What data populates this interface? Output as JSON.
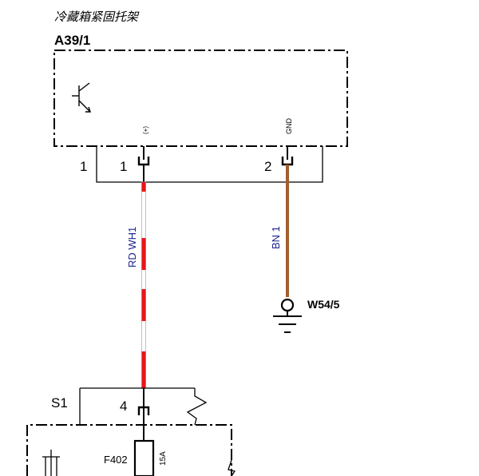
{
  "diagram": {
    "title": "冷藏箱紧固托架",
    "component": "A39/1",
    "connector_left_label": "1",
    "pin_plus": {
      "number": "1",
      "signal": "(+)"
    },
    "pin_gnd": {
      "number": "2",
      "signal": "GND"
    },
    "wire_red": {
      "label": "RD WH1",
      "colors": [
        "#e8141c",
        "#ffffff"
      ]
    },
    "wire_brown": {
      "label": "BN  1",
      "color": "#a0602e"
    },
    "ground": {
      "label": "W54/5"
    },
    "switch": {
      "label": "S1",
      "pin": "4"
    },
    "fuse": {
      "label": "F402",
      "rating": "15A"
    },
    "icons": [
      "transistor-icon",
      "ground-icon",
      "fuse-icon",
      "switch-icon"
    ]
  }
}
